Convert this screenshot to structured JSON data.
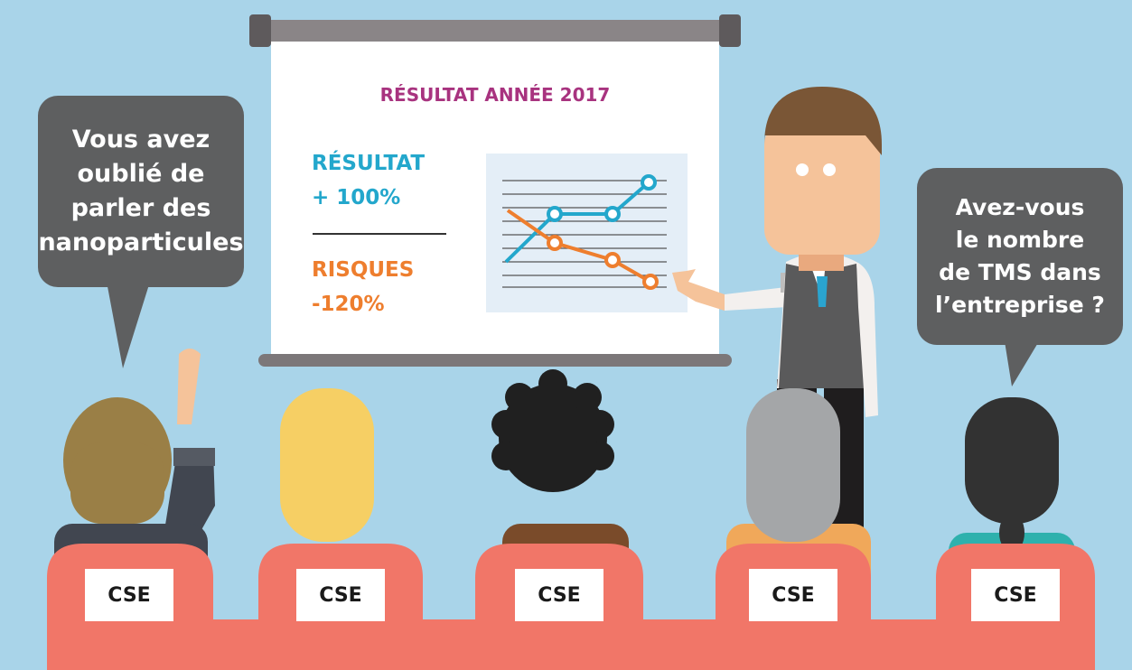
{
  "screen": {
    "title": "RÉSULTAT ANNÉE 2017",
    "result_label": "RÉSULTAT",
    "result_value": "+ 100%",
    "risk_label": "RISQUES",
    "risk_value": "-120%"
  },
  "bubbles": {
    "left": "Vous avez\noublié de\nparler des\nnanoparticules",
    "right": "Avez-vous\nle nombre\nde TMS dans\nl’entreprise ?"
  },
  "seats": [
    "CSE",
    "CSE",
    "CSE",
    "CSE",
    "CSE"
  ],
  "colors": {
    "background": "#a9d4e9",
    "title": "#a8337f",
    "result": "#23a7cc",
    "risk": "#ee7e2e",
    "seat": "#f17668",
    "bubble": "#5e5f60"
  }
}
